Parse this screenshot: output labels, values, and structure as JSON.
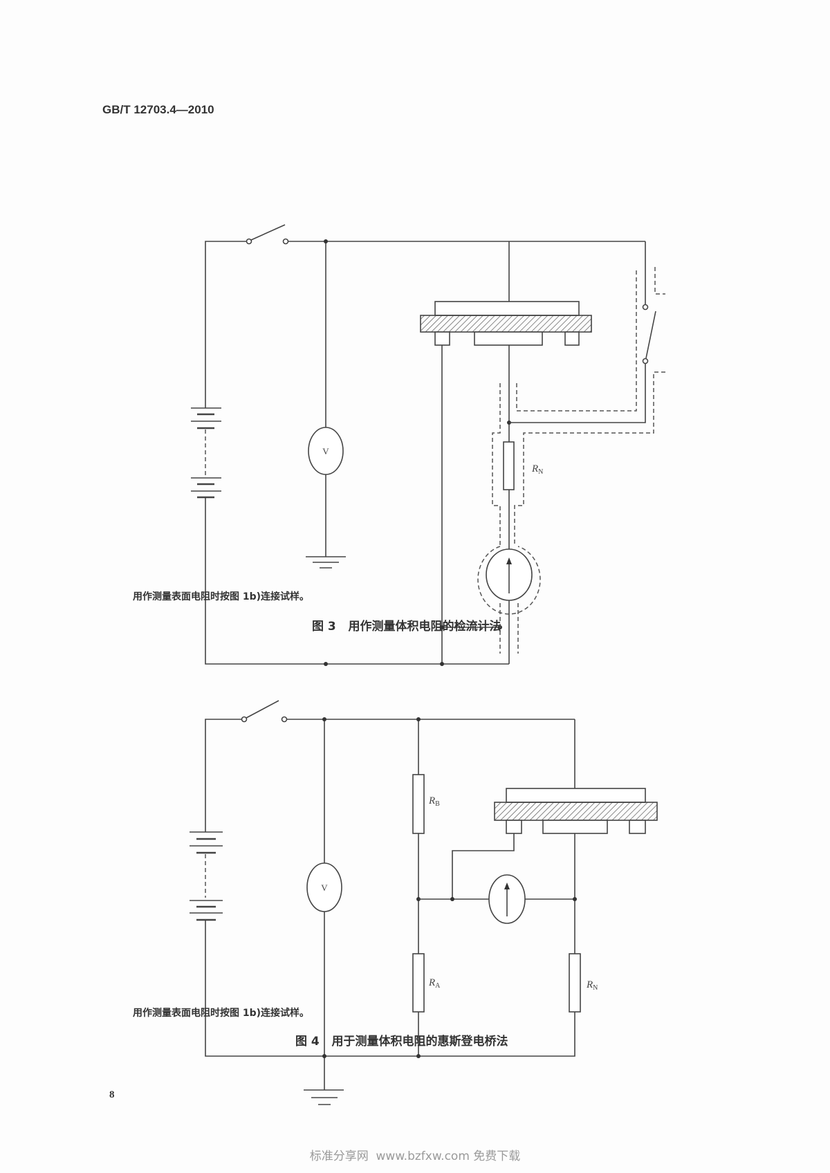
{
  "header": {
    "standard_code": "GB/T 12703.4—2010"
  },
  "figure3": {
    "labels": {
      "voltmeter": "V",
      "rn_main": "R",
      "rn_sub": "N"
    },
    "note": "用作测量表面电阻时按图 1b)连接试样。",
    "caption": "图 3   用作测量体积电阻的检流计法"
  },
  "figure4": {
    "labels": {
      "voltmeter": "V",
      "rb_main": "R",
      "rb_sub": "B",
      "ra_main": "R",
      "ra_sub": "A",
      "rn_main": "R",
      "rn_sub": "N"
    },
    "note": "用作测量表面电阻时按图 1b)连接试样。",
    "caption": "图 4   用于测量体积电阻的惠斯登电桥法"
  },
  "page_number": "8",
  "footer": {
    "watermark": "标准分享网  www.bzfxw.com 免费下载"
  }
}
